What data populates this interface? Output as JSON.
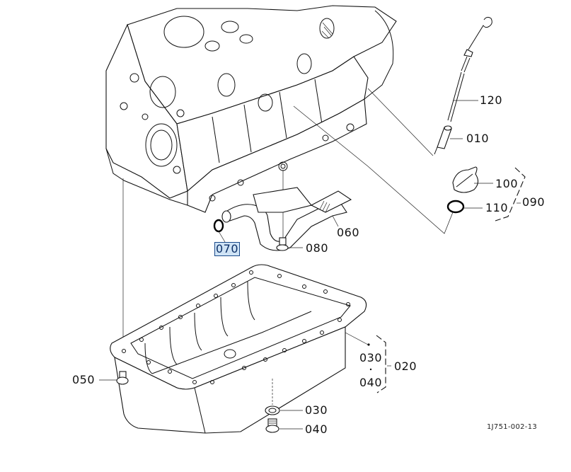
{
  "diagram": {
    "title": "Oil pan, oil strainer and oil gauge exploded parts diagram",
    "drawing_code": "1J751-002-13",
    "highlighted_part": "070",
    "labels": {
      "p120": "120",
      "p010": "010",
      "p100": "100",
      "p110": "110",
      "p090": "090",
      "p060": "060",
      "p070": "070",
      "p080": "080",
      "p030_group": "030",
      "p040_group": "040",
      "p020": "020",
      "p050": "050",
      "p030": "030",
      "p040": "040"
    },
    "groups": [
      {
        "parent": "090",
        "children": [
          "100",
          "110"
        ]
      },
      {
        "parent": "020",
        "children": [
          "030",
          "040"
        ]
      }
    ],
    "colors": {
      "line": "#111111",
      "highlight_fill": "#cfe3f5",
      "highlight_border": "#1a4a8a"
    }
  }
}
